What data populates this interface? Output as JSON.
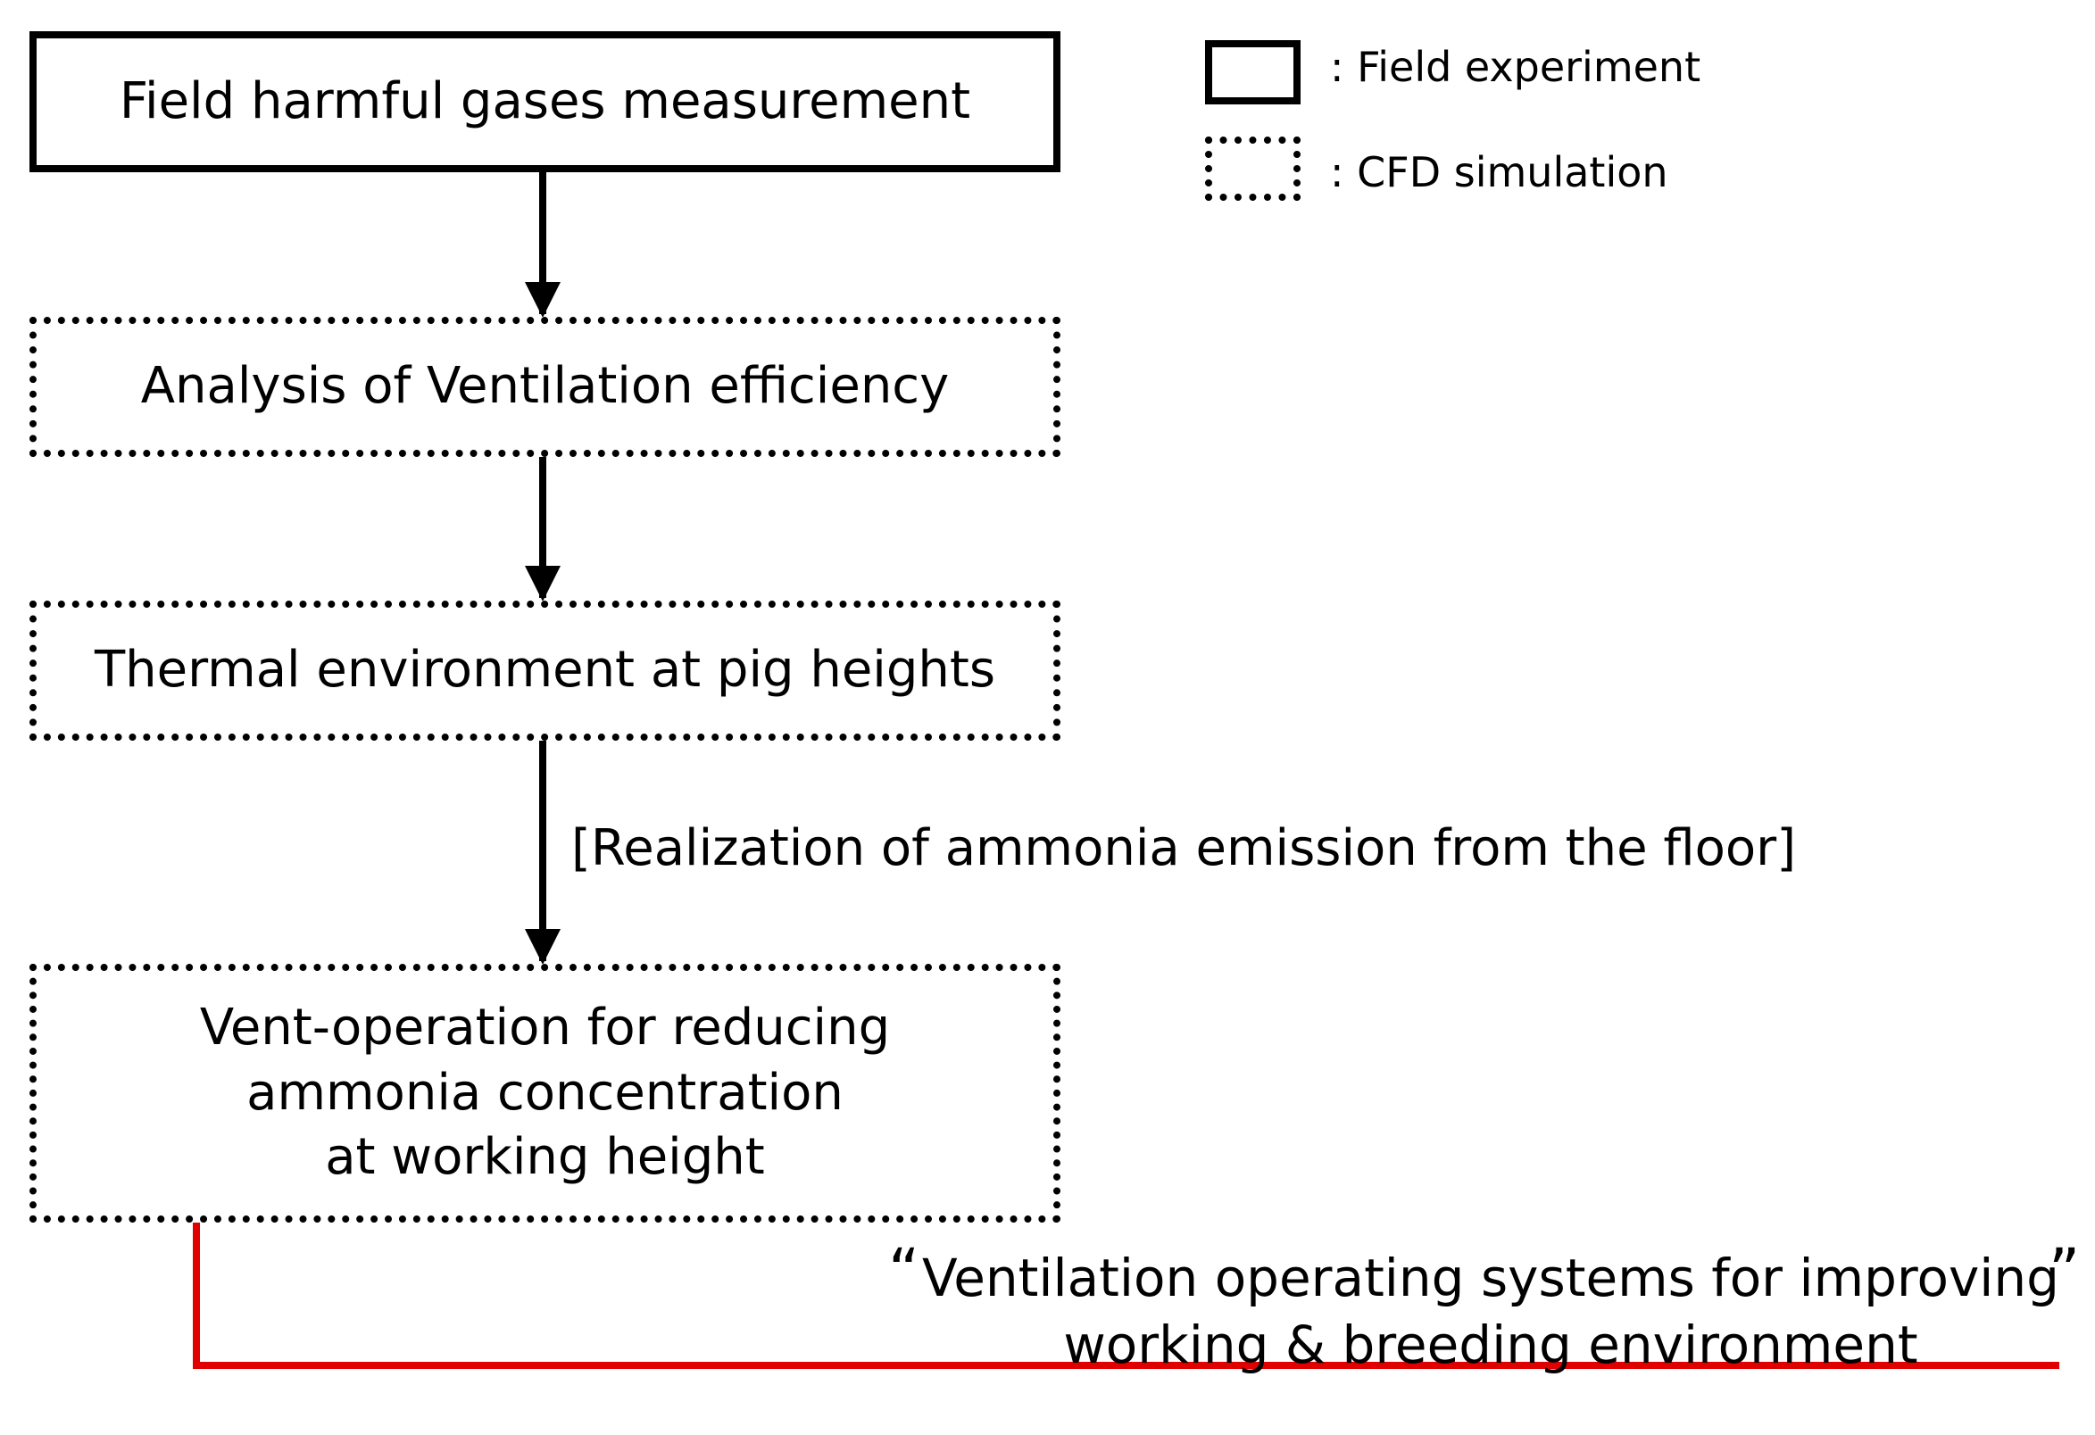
{
  "legend": {
    "field_label": ": Field experiment",
    "cfd_label": ": CFD simulation"
  },
  "nodes": [
    {
      "id": "box-1",
      "label": "Field harmful gases measurement",
      "style": "solid"
    },
    {
      "id": "box-2",
      "label": "Analysis of Ventilation efficiency",
      "style": "dotted"
    },
    {
      "id": "box-3",
      "label": "Thermal environment at pig heights",
      "style": "dotted"
    },
    {
      "id": "box-4",
      "label": "Vent-operation for reducing\nammonia concentration\nat working height",
      "style": "dotted"
    }
  ],
  "edge_labels": {
    "box3_to_box4": "[Realization of ammonia emission from the floor]"
  },
  "conclusion": {
    "open_quote": "“",
    "close_quote": "”",
    "line1": "Ventilation operating systems for improving",
    "line2": "working & breeding environment"
  },
  "colors": {
    "arrow": "#000000",
    "conclusion_line": "#e00000"
  }
}
